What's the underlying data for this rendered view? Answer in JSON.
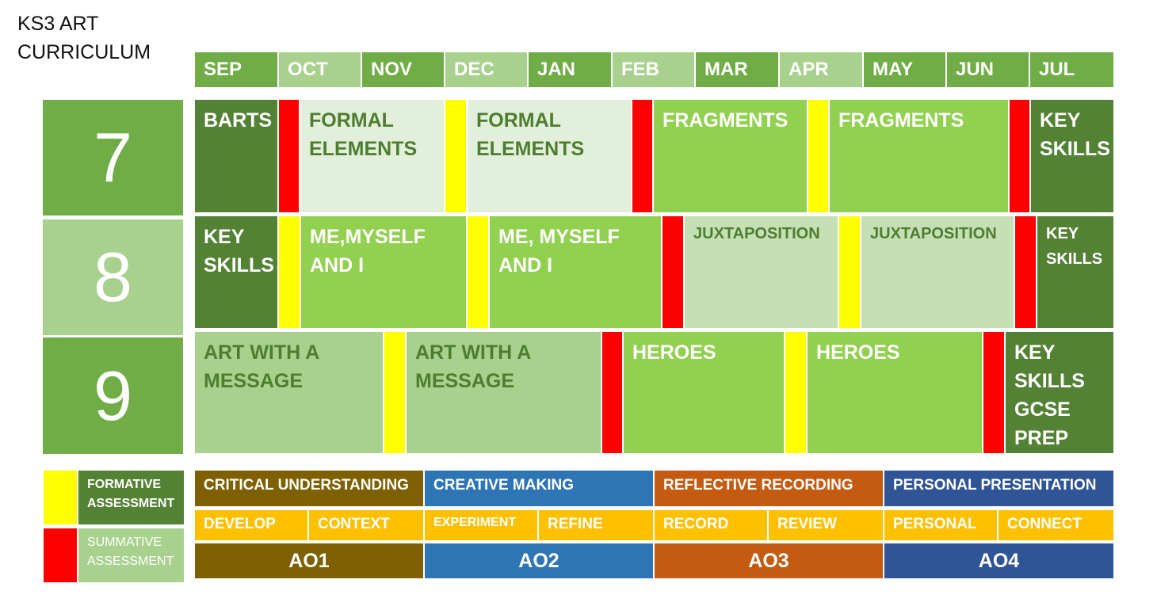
{
  "title": "KS3 ART\nCURRICULUM",
  "months": [
    "SEP",
    "OCT",
    "NOV",
    "DEC",
    "JAN",
    "FEB",
    "MAR",
    "APR",
    "MAY",
    "JUN",
    "JUL"
  ],
  "years": [
    "7",
    "8",
    "9"
  ],
  "rows": {
    "y7": [
      "BARTS",
      "FORMAL\nELEMENTS",
      "FORMAL\nELEMENTS",
      "FRAGMENTS",
      "FRAGMENTS",
      "KEY\nSKILLS"
    ],
    "y8": [
      "KEY\nSKILLS",
      "ME,MYSELF\nAND I",
      "ME, MYSELF\nAND I",
      "JUXTAPOSITION",
      "JUXTAPOSITION",
      "KEY\nSKILLS"
    ],
    "y9": [
      "ART WITH A\nMESSAGE",
      "ART WITH A\nMESSAGE",
      "HEROES",
      "HEROES",
      "KEY\nSKILLS\nGCSE\nPREP"
    ]
  },
  "legend": {
    "formative": "FORMATIVE\nASSESSMENT",
    "summative": "SUMMATIVE\nASSESSMENT"
  },
  "objectives": [
    {
      "heading": "CRITICAL UNDERSTANDING",
      "sub": [
        "DEVELOP",
        "CONTEXT"
      ],
      "code": "AO1"
    },
    {
      "heading": "CREATIVE MAKING",
      "sub": [
        "EXPERIMENT",
        "REFINE"
      ],
      "code": "AO2"
    },
    {
      "heading": "REFLECTIVE RECORDING",
      "sub": [
        "RECORD",
        "REVIEW"
      ],
      "code": "AO3"
    },
    {
      "heading": "PERSONAL PRESENTATION",
      "sub": [
        "PERSONAL",
        "CONNECT"
      ],
      "code": "AO4"
    }
  ],
  "colors": {
    "dark_green": "#548235",
    "mid_green": "#70ad47",
    "light_green": "#a9d18e",
    "bright_green": "#92d050",
    "pale_green": "#e2efda",
    "sage_green": "#c5e0b4",
    "formative": "#ffff00",
    "summative": "#ff0000",
    "ao1": "#7f6000",
    "ao2": "#2e75b6",
    "ao3": "#c55a11",
    "ao4": "#2f5597",
    "sub": "#ffc000"
  }
}
